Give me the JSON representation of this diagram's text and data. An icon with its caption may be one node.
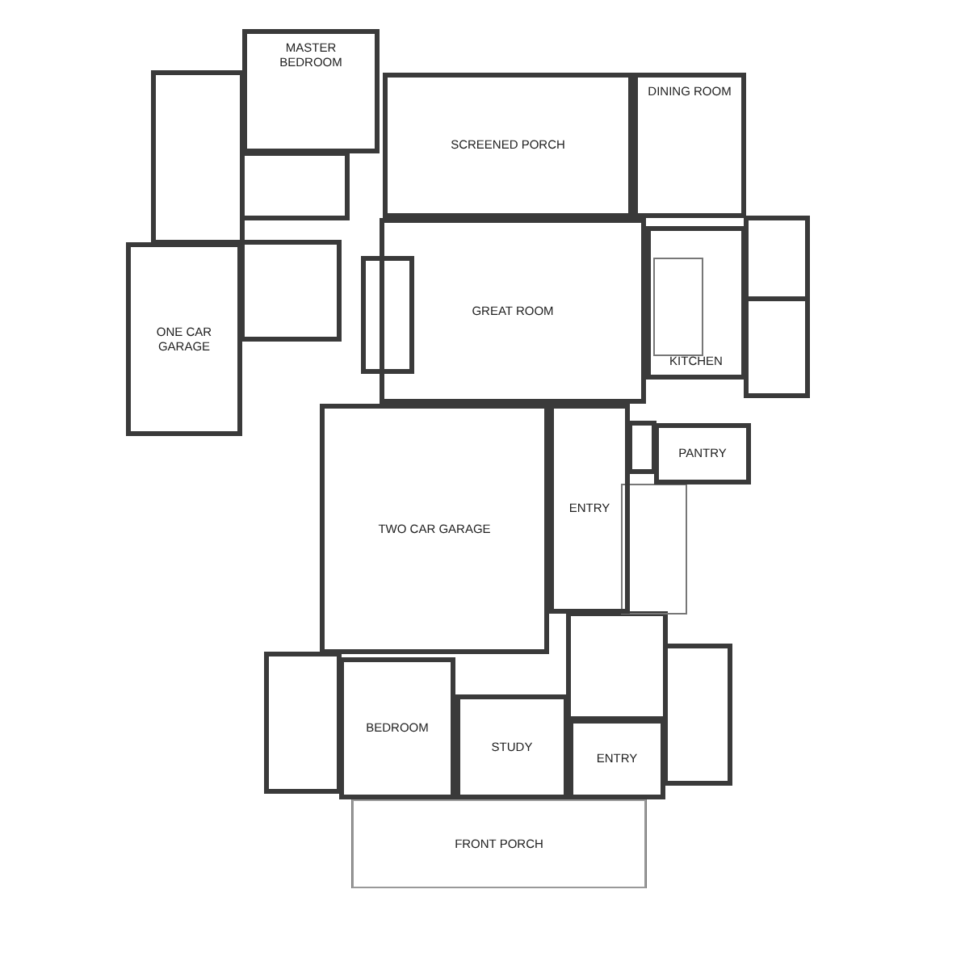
{
  "diagram": {
    "nodes": [
      {
        "text": [
          "MASTER BEDROOM"
        ]
      },
      {
        "text": [
          "SCREENED PORCH"
        ]
      },
      {
        "text": [
          "DINING ROOM"
        ]
      },
      {
        "text": [
          "ONE CAR GARAGE"
        ]
      },
      {
        "text": [
          "GREAT ROOM"
        ]
      },
      {
        "text": [
          "KITCHEN"
        ]
      },
      {
        "text": [
          "PANTRY"
        ]
      },
      {
        "text": [
          "TWO CAR GARAGE"
        ]
      },
      {
        "text": [
          "ENTRY"
        ]
      },
      {
        "text": [
          "BEDROOM"
        ]
      },
      {
        "text": [
          "STUDY"
        ]
      },
      {
        "text": [
          "ENTRY"
        ]
      },
      {
        "text": [
          "FRONT PORCH"
        ]
      }
    ]
  }
}
